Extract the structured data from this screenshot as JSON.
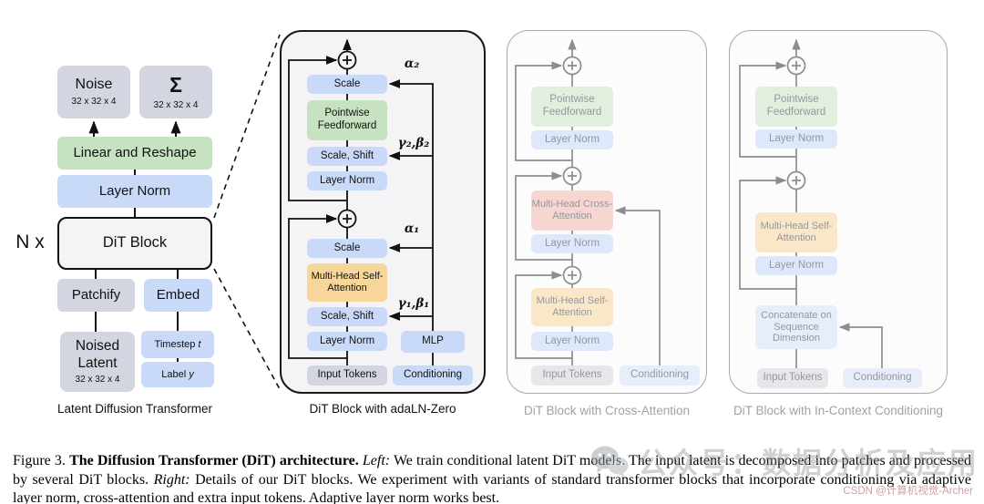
{
  "left": {
    "caption": "Latent Diffusion Transformer",
    "n_label": "N x",
    "noise": "Noise",
    "noise_dims": "32 x 32 x 4",
    "sigma": "Σ",
    "sigma_dims": "32 x 32 x 4",
    "linear_reshape": "Linear and Reshape",
    "layer_norm": "Layer Norm",
    "dit_block": "DiT Block",
    "patchify": "Patchify",
    "embed": "Embed",
    "noised_latent": "Noised Latent",
    "noised_latent_dims": "32 x 32 x 4",
    "timestep_text": "Timestep",
    "timestep_var": "t",
    "label_text": "Label",
    "label_var": "y"
  },
  "adaln": {
    "caption": "DiT Block with adaLN-Zero",
    "scale_top": "Scale",
    "pointwise_ff": "Pointwise Feedforward",
    "scale_shift_top": "Scale, Shift",
    "layer_norm_top": "Layer Norm",
    "scale_bottom": "Scale",
    "mhsa": "Multi-Head Self-Attention",
    "scale_shift_bottom": "Scale, Shift",
    "layer_norm_bottom": "Layer Norm",
    "input_tokens": "Input Tokens",
    "mlp": "MLP",
    "conditioning": "Conditioning",
    "alpha2": "α₂",
    "gamma_beta2": "γ₂,β₂",
    "alpha1": "α₁",
    "gamma_beta1": "γ₁,β₁"
  },
  "cross": {
    "caption": "DiT Block with Cross-Attention",
    "pointwise_ff": "Pointwise Feedforward",
    "layer_norm_a": "Layer Norm",
    "mhca": "Multi-Head Cross-Attention",
    "layer_norm_b": "Layer Norm",
    "mhsa": "Multi-Head Self-Attention",
    "layer_norm_c": "Layer Norm",
    "input_tokens": "Input Tokens",
    "conditioning": "Conditioning"
  },
  "incontext": {
    "caption": "DiT Block with In-Context Conditioning",
    "pointwise_ff": "Pointwise Feedforward",
    "layer_norm_a": "Layer Norm",
    "mhsa": "Multi-Head Self-Attention",
    "layer_norm_b": "Layer Norm",
    "concat": "Concatenate on Sequence Dimension",
    "input_tokens": "Input Tokens",
    "conditioning": "Conditioning"
  },
  "caption": {
    "figure_label": "Figure 3.",
    "title_bold": "The Diffusion Transformer (DiT) architecture.",
    "left_word": "Left:",
    "left_text": "We train conditional latent DiT models. The input latent is decomposed into patches and processed by several DiT blocks.",
    "right_word": "Right:",
    "right_text": "Details of our DiT blocks. We experiment with variants of standard transformer blocks that incorporate conditioning via adaptive layer norm, cross-attention and extra input tokens. Adaptive layer norm works best."
  },
  "watermarks": {
    "wechat": "公众号：数据分析及应用",
    "csdn": "CSDN @计算机视觉-Archer"
  },
  "colors": {
    "blue": "#c9daf8",
    "green": "#c6e2c0",
    "orange": "#f7d69a",
    "gray": "#d3d5e1",
    "pink": "#f5c7c2",
    "panel_bg": "#f4f4f6",
    "faded_line": "#8d8d8d"
  }
}
